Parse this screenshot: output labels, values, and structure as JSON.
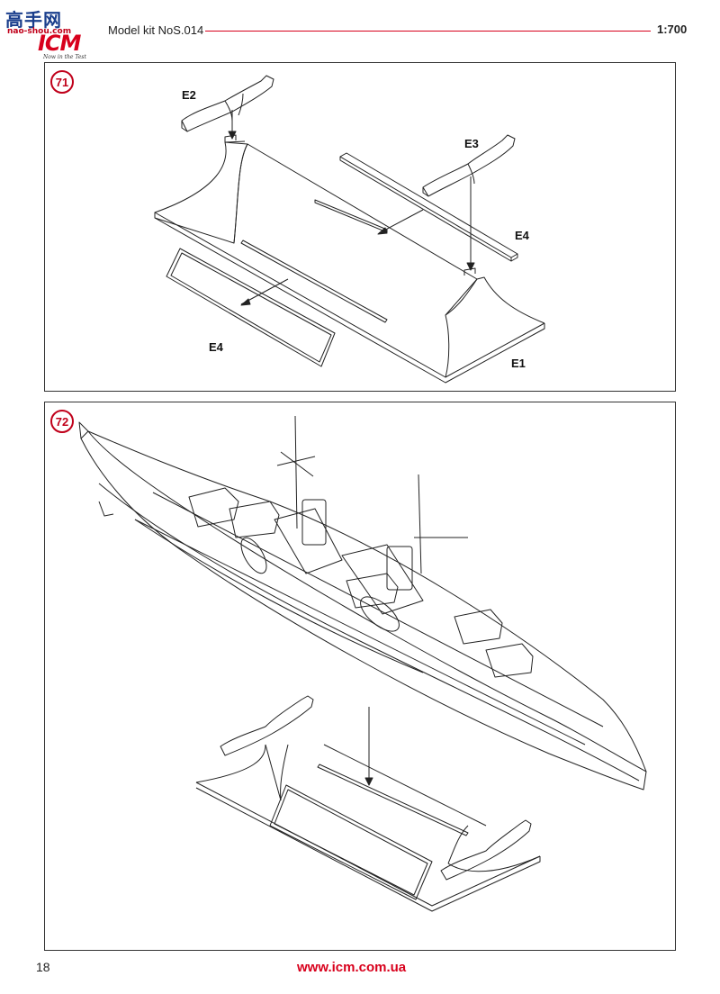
{
  "header": {
    "logo_cn": "高手网",
    "logo_site": "nao-shou.com",
    "logo_brand": "ICM",
    "logo_tagline": "Now in the Test",
    "kit_title": "Model kit NoS.014",
    "scale": "1:700"
  },
  "step71": {
    "number": "71",
    "labels": {
      "e2": "E2",
      "e3": "E3",
      "e4_right": "E4",
      "e4_left": "E4",
      "e1": "E1"
    }
  },
  "step72": {
    "number": "72"
  },
  "footer": {
    "page_number": "18",
    "website": "www.icm.com.ua"
  },
  "colors": {
    "accent": "#d8001c",
    "line": "#222222"
  }
}
